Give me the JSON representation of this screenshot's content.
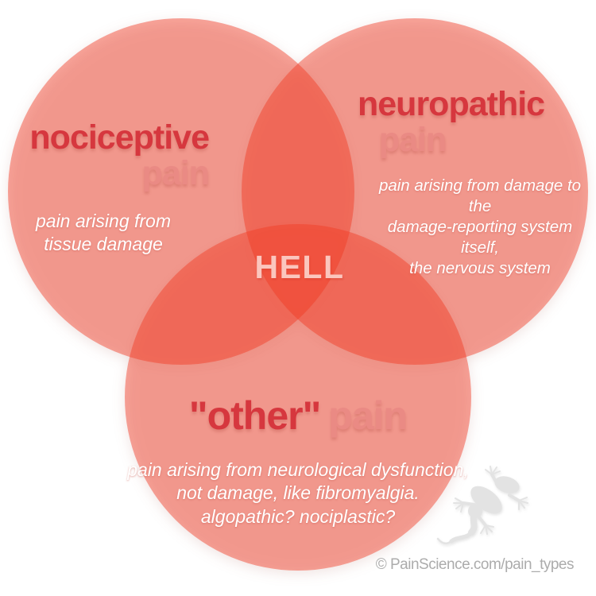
{
  "venn": {
    "center_label": "HELL",
    "sets": [
      {
        "name": "nociceptive",
        "label_primary": "nociceptive",
        "label_secondary": "pain",
        "description": "pain arising from\ntissue damage"
      },
      {
        "name": "neuropathic",
        "label_primary": "neuropathic",
        "label_secondary": "pain",
        "description": "pain arising from damage to the\ndamage-reporting system itself,\nthe nervous system"
      },
      {
        "name": "other",
        "label_primary": "\"other\"",
        "label_secondary": "pain",
        "description": "pain arising from neurological dysfunction,\nnot damage, like fibromyalgia.\nalgopathic? nociplastic?"
      }
    ]
  },
  "footer": {
    "credit": "© PainScience.com/pain_types"
  },
  "icons": {
    "gecko": "gecko-silhouette"
  },
  "colors": {
    "circle_fill": "rgba(242,57,35,0.45)",
    "label_primary": "#d6373e",
    "label_secondary": "#ea8a84",
    "description": "#ffffff",
    "center_label": "#fbc6be",
    "credit": "#acacac",
    "gecko": "#e3e3e3"
  }
}
